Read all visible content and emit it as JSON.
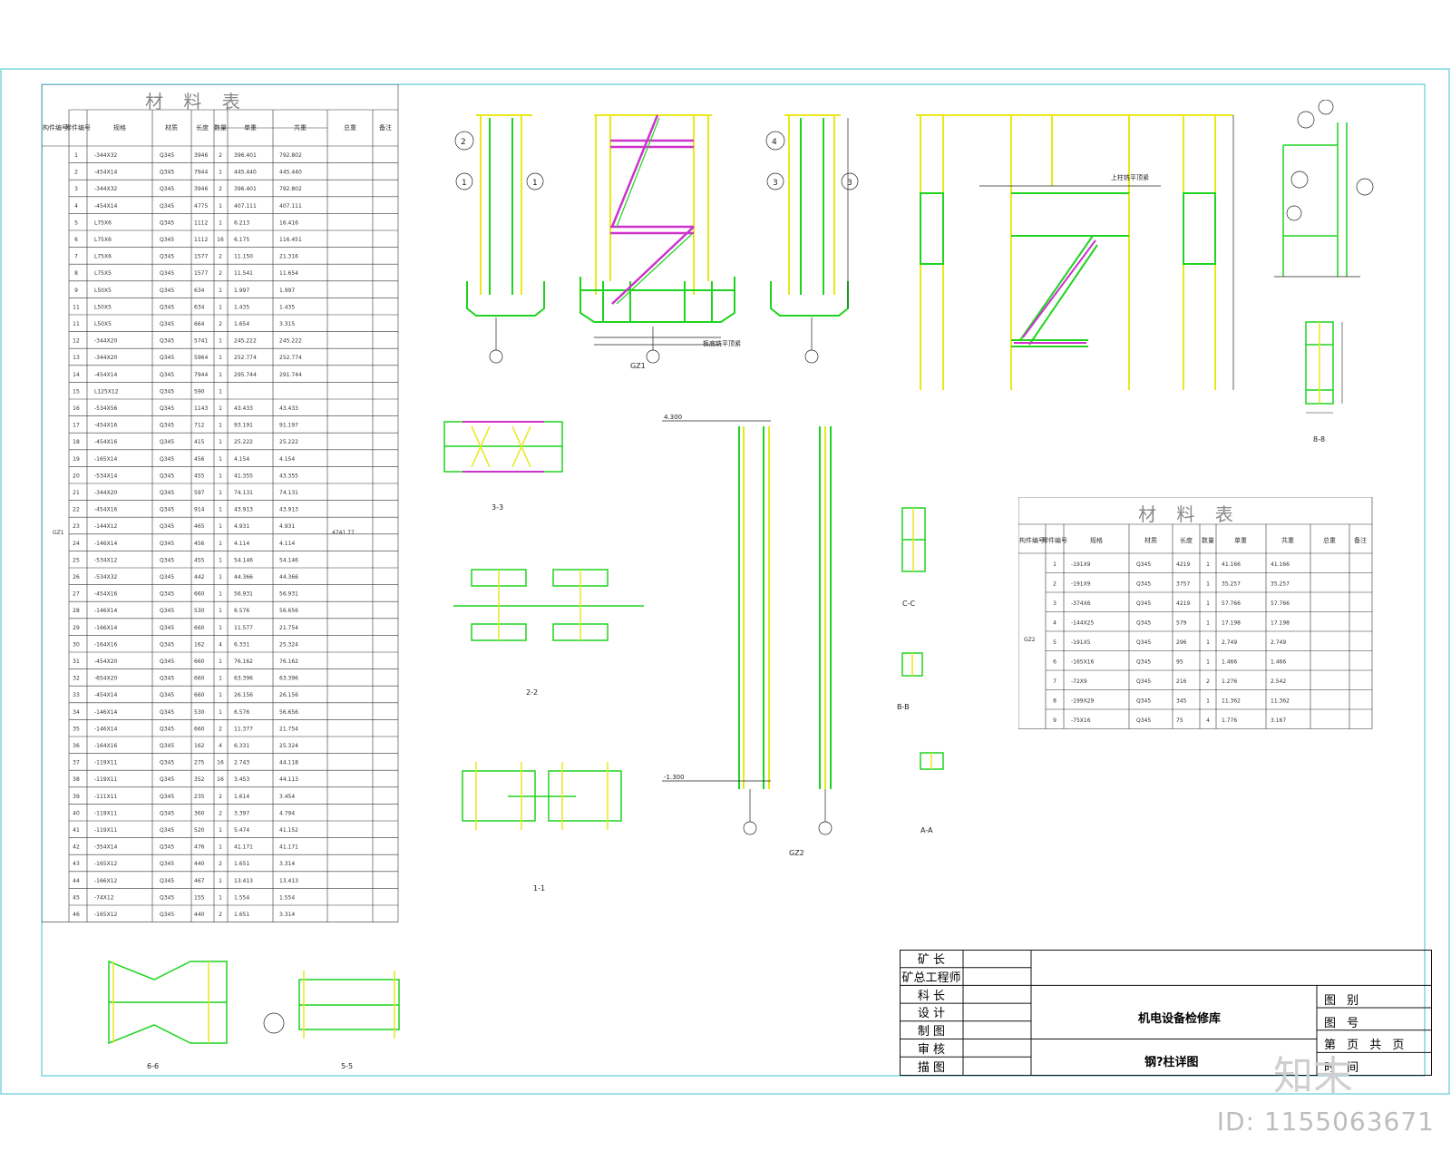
{
  "main_table": {
    "title": "材 料 表",
    "headers": [
      "构件编号",
      "零件编号",
      "规格",
      "材质",
      "长度",
      "数量",
      "单重",
      "共重",
      "总重",
      "备注"
    ],
    "member": "GZ1",
    "total": "4741.77",
    "rows": [
      [
        "1",
        "-344X32",
        "Q345",
        "3946",
        "2",
        "396.401",
        "792.802"
      ],
      [
        "2",
        "-454X14",
        "Q345",
        "7944",
        "1",
        "445.440",
        "445.440"
      ],
      [
        "3",
        "-344X32",
        "Q345",
        "3946",
        "2",
        "396.401",
        "792.802"
      ],
      [
        "4",
        "-454X14",
        "Q345",
        "4775",
        "1",
        "407.111",
        "407.111"
      ],
      [
        "5",
        "L75X6",
        "Q345",
        "1112",
        "1",
        "6.213",
        "16.416"
      ],
      [
        "6",
        "L75X6",
        "Q345",
        "1112",
        "16",
        "6.175",
        "116.451"
      ],
      [
        "7",
        "L75X6",
        "Q345",
        "1577",
        "2",
        "11.150",
        "21.316"
      ],
      [
        "8",
        "L75X5",
        "Q345",
        "1577",
        "2",
        "11.541",
        "11.654"
      ],
      [
        "9",
        "L50X5",
        "Q345",
        "634",
        "1",
        "1.997",
        "1.997"
      ],
      [
        "11",
        "L50X5",
        "Q345",
        "634",
        "1",
        "1.435",
        "1.435"
      ],
      [
        "11",
        "L50X5",
        "Q345",
        "664",
        "2",
        "1.654",
        "3.315"
      ],
      [
        "12",
        "-344X20",
        "Q345",
        "5741",
        "1",
        "245.222",
        "245.222"
      ],
      [
        "13",
        "-344X20",
        "Q345",
        "5964",
        "1",
        "252.774",
        "252.774"
      ],
      [
        "14",
        "-454X14",
        "Q345",
        "7944",
        "1",
        "295.744",
        "291.744"
      ],
      [
        "15",
        "L125X12",
        "Q345",
        "590",
        "1",
        "",
        ""
      ],
      [
        "16",
        "-534X56",
        "Q345",
        "1143",
        "1",
        "43.433",
        "43.433"
      ],
      [
        "17",
        "-454X16",
        "Q345",
        "712",
        "1",
        "93.191",
        "91.197"
      ],
      [
        "18",
        "-454X16",
        "Q345",
        "415",
        "1",
        "25.222",
        "25.222"
      ],
      [
        "19",
        "-165X14",
        "Q345",
        "456",
        "1",
        "4.154",
        "4.154"
      ],
      [
        "20",
        "-534X14",
        "Q345",
        "455",
        "1",
        "41.355",
        "43.355"
      ],
      [
        "21",
        "-344X20",
        "Q345",
        "597",
        "1",
        "74.131",
        "74.131"
      ],
      [
        "22",
        "-454X16",
        "Q345",
        "914",
        "1",
        "43.913",
        "43.913"
      ],
      [
        "23",
        "-144X12",
        "Q345",
        "465",
        "1",
        "4.931",
        "4.931"
      ],
      [
        "24",
        "-146X14",
        "Q345",
        "456",
        "1",
        "4.114",
        "4.114"
      ],
      [
        "25",
        "-534X12",
        "Q345",
        "455",
        "1",
        "54.146",
        "54.146"
      ],
      [
        "26",
        "-534X32",
        "Q345",
        "442",
        "1",
        "44.366",
        "44.366"
      ],
      [
        "27",
        "-454X16",
        "Q345",
        "660",
        "1",
        "56.931",
        "56.931"
      ],
      [
        "28",
        "-146X14",
        "Q345",
        "530",
        "1",
        "6.576",
        "56.656"
      ],
      [
        "29",
        "-166X14",
        "Q345",
        "660",
        "1",
        "11.577",
        "21.754"
      ],
      [
        "30",
        "-164X16",
        "Q345",
        "162",
        "4",
        "6.331",
        "25.324"
      ],
      [
        "31",
        "-454X20",
        "Q345",
        "660",
        "1",
        "76.162",
        "76.162"
      ],
      [
        "32",
        "-654X20",
        "Q345",
        "660",
        "1",
        "63.396",
        "63.396"
      ],
      [
        "33",
        "-454X14",
        "Q345",
        "660",
        "1",
        "26.156",
        "26.156"
      ],
      [
        "34",
        "-146X14",
        "Q345",
        "530",
        "1",
        "6.576",
        "56.656"
      ],
      [
        "35",
        "-146X14",
        "Q345",
        "660",
        "2",
        "11.377",
        "21.754"
      ],
      [
        "36",
        "-164X16",
        "Q345",
        "162",
        "4",
        "6.331",
        "25.324"
      ],
      [
        "37",
        "-119X11",
        "Q345",
        "275",
        "16",
        "2.743",
        "44.118"
      ],
      [
        "38",
        "-119X11",
        "Q345",
        "352",
        "16",
        "3.453",
        "44.113"
      ],
      [
        "39",
        "-111X11",
        "Q345",
        "235",
        "2",
        "1.614",
        "3.454"
      ],
      [
        "40",
        "-119X11",
        "Q345",
        "360",
        "2",
        "3.397",
        "4.794"
      ],
      [
        "41",
        "-119X11",
        "Q345",
        "520",
        "1",
        "5.474",
        "41.152"
      ],
      [
        "42",
        "-354X14",
        "Q345",
        "476",
        "1",
        "41.171",
        "41.171"
      ],
      [
        "43",
        "-165X12",
        "Q345",
        "440",
        "2",
        "1.651",
        "3.314"
      ],
      [
        "44",
        "-166X12",
        "Q345",
        "467",
        "1",
        "13.413",
        "13.413"
      ],
      [
        "45",
        "-74X12",
        "Q345",
        "155",
        "1",
        "1.554",
        "1.554"
      ],
      [
        "46",
        "-165X12",
        "Q345",
        "440",
        "2",
        "1.651",
        "3.314"
      ]
    ]
  },
  "small_table": {
    "title": "材 料 表",
    "member": "GZ2",
    "rows": [
      [
        "1",
        "-191X9",
        "Q345",
        "4219",
        "1",
        "41.166",
        "41.166"
      ],
      [
        "2",
        "-191X9",
        "Q345",
        "3757",
        "1",
        "35.257",
        "35.257"
      ],
      [
        "3",
        "-374X6",
        "Q345",
        "4219",
        "1",
        "57.766",
        "57.766"
      ],
      [
        "4",
        "-144X25",
        "Q345",
        "579",
        "1",
        "17.198",
        "17.198"
      ],
      [
        "5",
        "-191X5",
        "Q345",
        "296",
        "1",
        "2.749",
        "2.749"
      ],
      [
        "6",
        "-165X16",
        "Q345",
        "95",
        "1",
        "1.466",
        "1.466"
      ],
      [
        "7",
        "-72X9",
        "Q345",
        "216",
        "2",
        "1.276",
        "2.542"
      ],
      [
        "8",
        "-199X29",
        "Q345",
        "345",
        "1",
        "11.362",
        "11.362"
      ],
      [
        "9",
        "-75X16",
        "Q345",
        "75",
        "4",
        "1.776",
        "3.167"
      ]
    ]
  },
  "drawing_labels": {
    "gz1": "GZ1",
    "gz2": "GZ2",
    "sec33": "3-3",
    "sec22": "2-2",
    "sec11": "1-1",
    "sec66": "6-6",
    "sec55": "5-5",
    "sec88": "8-8",
    "secCC": "C-C",
    "secBB": "B-B",
    "secAA": "A-A",
    "note_bottom": "板底铣平顶紧",
    "note_top": "上柱铣平顶紧",
    "elev1": "-1.300",
    "elev2": "4.300"
  },
  "title_block": {
    "roles": [
      "矿    长",
      "矿总工程师",
      "科    长",
      "设    计",
      "制    图",
      "审    核",
      "描    图"
    ],
    "project": "机电设备检修库",
    "drawing": "钢?柱详图",
    "fields": [
      "图  别",
      "图  号",
      "第    页 共    页",
      "时  间"
    ]
  },
  "watermark": {
    "logo": "知末",
    "id": "ID: 1155063671"
  },
  "colors": {
    "frame": "#7fd6e0",
    "green": "#1fd41f",
    "yellow": "#e8e81a",
    "magenta": "#cc33cc",
    "line": "#222222"
  }
}
